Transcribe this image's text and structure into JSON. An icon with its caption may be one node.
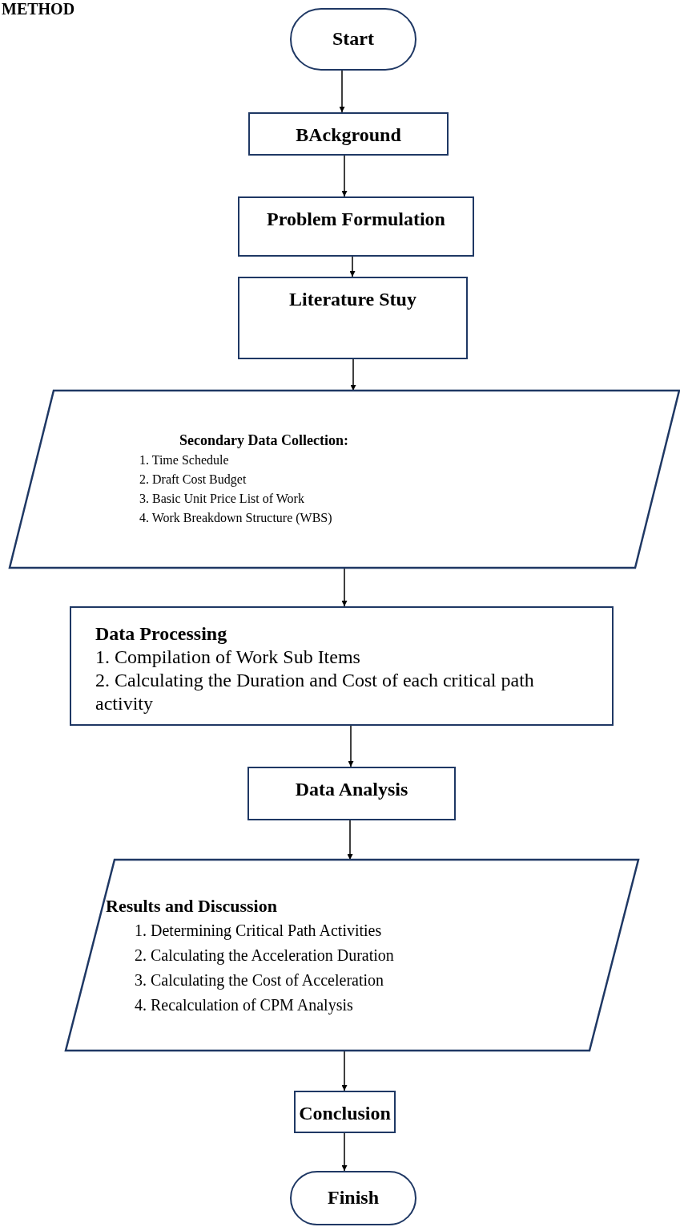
{
  "diagram": {
    "nodes": [
      {
        "text": [
          "Start"
        ]
      },
      {
        "text": [
          "BAckground"
        ]
      },
      {
        "text": [
          "Problem Formulation"
        ]
      },
      {
        "text": [
          "Literature Stuy"
        ]
      },
      {
        "text": [
          "Secondary Data Collection:",
          "1. Time Schedule",
          "2. Draft Cost Budget",
          "3. Basic Unit Price List of Work",
          "4. Work Breakdown Structure (WBS)"
        ]
      },
      {
        "text": [
          "Data Processing",
          "1. Compilation of Work Sub Items",
          "2. Calculating the Duration and Cost of each critical path activity"
        ]
      },
      {
        "text": [
          "Data Analysis"
        ]
      },
      {
        "text": [
          "Results and Discussion",
          "1. Determining Critical Path Activities",
          "2. Calculating the Acceleration Duration",
          "3. Calculating the Cost of Acceleration",
          "4. Recalculation of CPM Analysis"
        ]
      },
      {
        "text": [
          "Conclusion"
        ]
      },
      {
        "text": [
          "Finish"
        ]
      }
    ],
    "edges": [
      {
        "from": 0,
        "to": 1,
        "arrow": "to"
      },
      {
        "from": 1,
        "to": 2,
        "arrow": "to"
      },
      {
        "from": 2,
        "to": 3,
        "arrow": "to"
      },
      {
        "from": 3,
        "to": 4,
        "arrow": "to"
      },
      {
        "from": 4,
        "to": 5,
        "arrow": "to"
      },
      {
        "from": 5,
        "to": 6,
        "arrow": "to"
      },
      {
        "from": 6,
        "to": 7,
        "arrow": "to"
      },
      {
        "from": 7,
        "to": 8,
        "arrow": "to"
      },
      {
        "from": 8,
        "to": 9,
        "arrow": "to"
      }
    ],
    "labels": [
      "METHOD"
    ]
  }
}
